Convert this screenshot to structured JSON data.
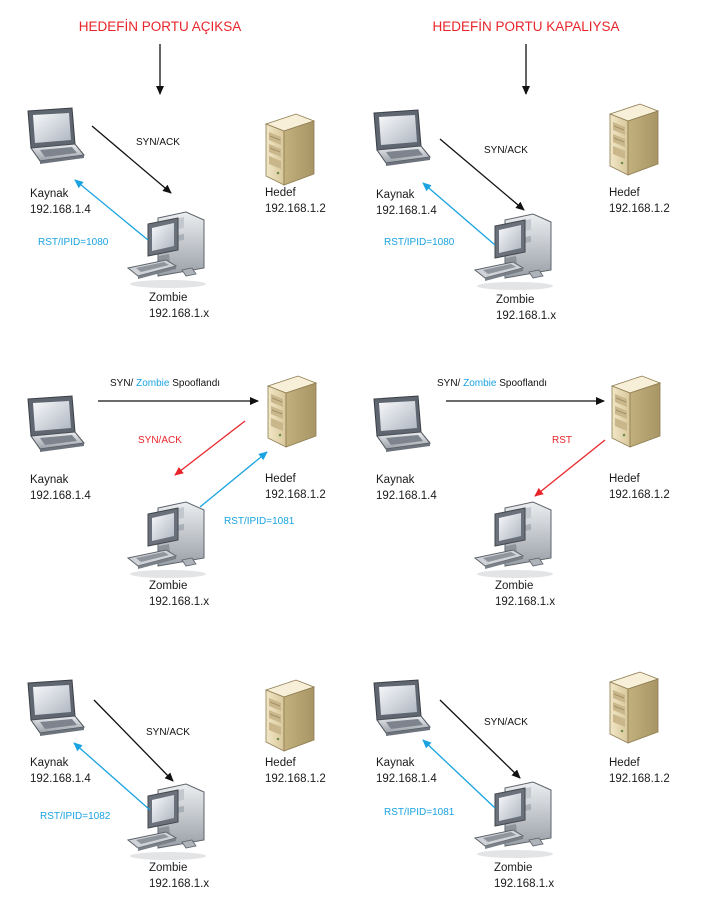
{
  "colors": {
    "black": "#111111",
    "blue": "#1aa3e0",
    "red": "#e8252a"
  },
  "headers": {
    "open": "HEDEFİN PORTU AÇIKSA",
    "closed": "HEDEFİN PORTU KAPALIYSA"
  },
  "labels": {
    "source_name": "Kaynak",
    "source_ip": "192.168.1.4",
    "target_name": "Hedef",
    "target_ip": "192.168.1.2",
    "zombie_name": "Zombie",
    "zombie_ip": "192.168.1.x"
  },
  "messages": {
    "syn_ack": "SYN/ACK",
    "syn_prefix": "SYN/ ",
    "syn_zombie": "Zombie",
    "syn_suffix": " Spooflandı",
    "rst": "RST",
    "rst_1080": "RST/IPID=1080",
    "rst_1081": "RST/IPID=1081",
    "rst_1082": "RST/IPID=1082"
  }
}
